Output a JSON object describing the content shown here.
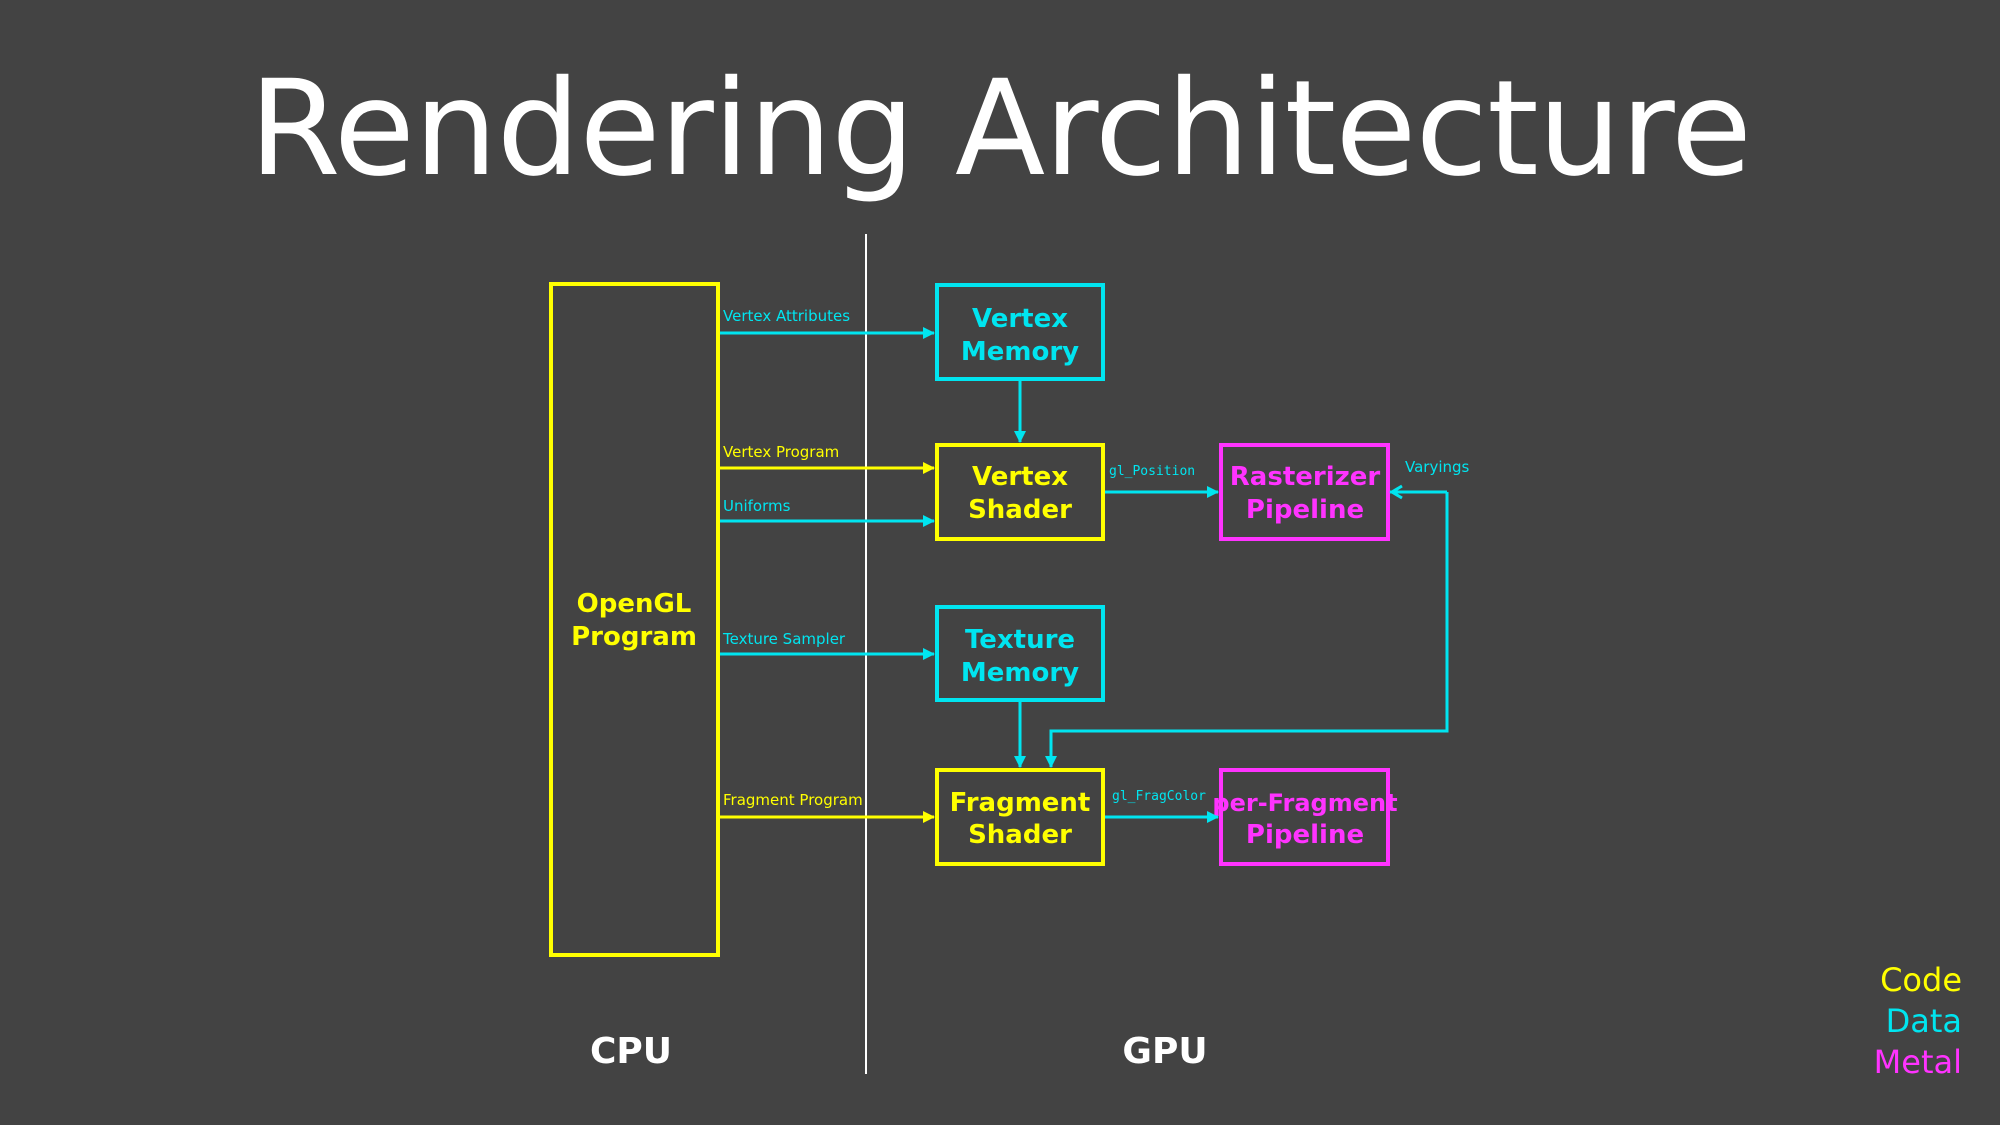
{
  "title": "Rendering Architecture",
  "colors": {
    "code": "#ffff00",
    "data": "#00e5f0",
    "metal": "#ff33ff",
    "divider": "#ffffff",
    "background": "#434343"
  },
  "sections": {
    "cpu": "CPU",
    "gpu": "GPU"
  },
  "boxes": {
    "opengl_program": [
      "OpenGL",
      "Program"
    ],
    "vertex_memory": [
      "Vertex",
      "Memory"
    ],
    "vertex_shader": [
      "Vertex",
      "Shader"
    ],
    "rasterizer_pipeline": [
      "Rasterizer",
      "Pipeline"
    ],
    "texture_memory": [
      "Texture",
      "Memory"
    ],
    "fragment_shader": [
      "Fragment",
      "Shader"
    ],
    "per_fragment_pipeline": [
      "per-Fragment",
      "Pipeline"
    ]
  },
  "edges": {
    "vertex_attributes": "Vertex Attributes",
    "vertex_program": "Vertex Program",
    "uniforms": "Uniforms",
    "texture_sampler": "Texture Sampler",
    "fragment_program": "Fragment Program",
    "gl_position": "gl_Position",
    "varyings": "Varyings",
    "gl_fragcolor": "gl_FragColor"
  },
  "legend": {
    "code": "Code",
    "data": "Data",
    "metal": "Metal"
  }
}
